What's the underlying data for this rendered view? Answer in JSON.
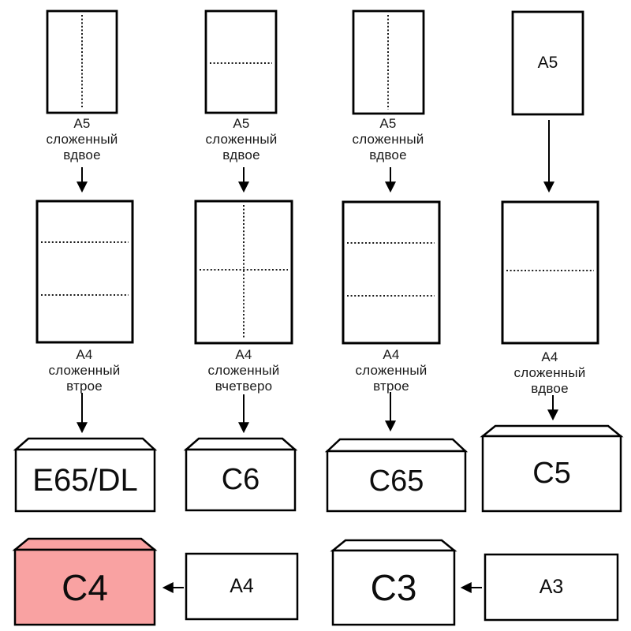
{
  "columns": [
    {
      "top_caption": {
        "line1": "А5",
        "line2": "сложенный",
        "line3": "вдвое"
      },
      "mid_caption": {
        "line1": "А4",
        "line2": "сложенный",
        "line3": "втрое"
      },
      "envelope_label": "E65/DL"
    },
    {
      "top_caption": {
        "line1": "А5",
        "line2": "сложенный",
        "line3": "вдвое"
      },
      "mid_caption": {
        "line1": "А4",
        "line2": "сложенный",
        "line3": "вчетверо"
      },
      "envelope_label": "C6"
    },
    {
      "top_caption": {
        "line1": "А5",
        "line2": "сложенный",
        "line3": "вдвое"
      },
      "mid_caption": {
        "line1": "А4",
        "line2": "сложенный",
        "line3": "втрое"
      },
      "envelope_label": "C65"
    },
    {
      "top_sheet_label": "А5",
      "mid_caption": {
        "line1": "А4",
        "line2": "сложенный",
        "line3": "вдвое"
      },
      "envelope_label": "C5"
    }
  ],
  "bottom_row": [
    {
      "envelope_label": "C4",
      "source_label": "А4"
    },
    {
      "envelope_label": "C3",
      "source_label": "А3"
    }
  ],
  "colors": {
    "line": "#000000",
    "paper_fill": "#ffffff",
    "c4_highlight": "#F9A2A2"
  }
}
